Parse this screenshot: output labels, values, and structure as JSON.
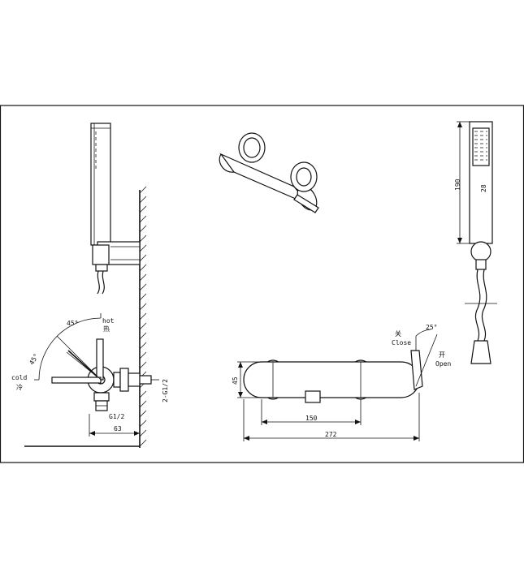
{
  "labels": {
    "hot": "hot",
    "hot_cn": "热",
    "cold": "cold",
    "cold_cn": "冷",
    "angle_upper": "45°",
    "angle_lower": "45°",
    "thread_wall": "2-G1/2",
    "thread_bottom": "G1/2",
    "dim_63": "63",
    "close_cn": "关",
    "close": "Close",
    "open_cn": "开",
    "open": "Open",
    "angle_25": "25°",
    "dim_45": "45",
    "dim_150": "150",
    "dim_272": "272",
    "dim_190": "190",
    "dim_28": "28"
  }
}
